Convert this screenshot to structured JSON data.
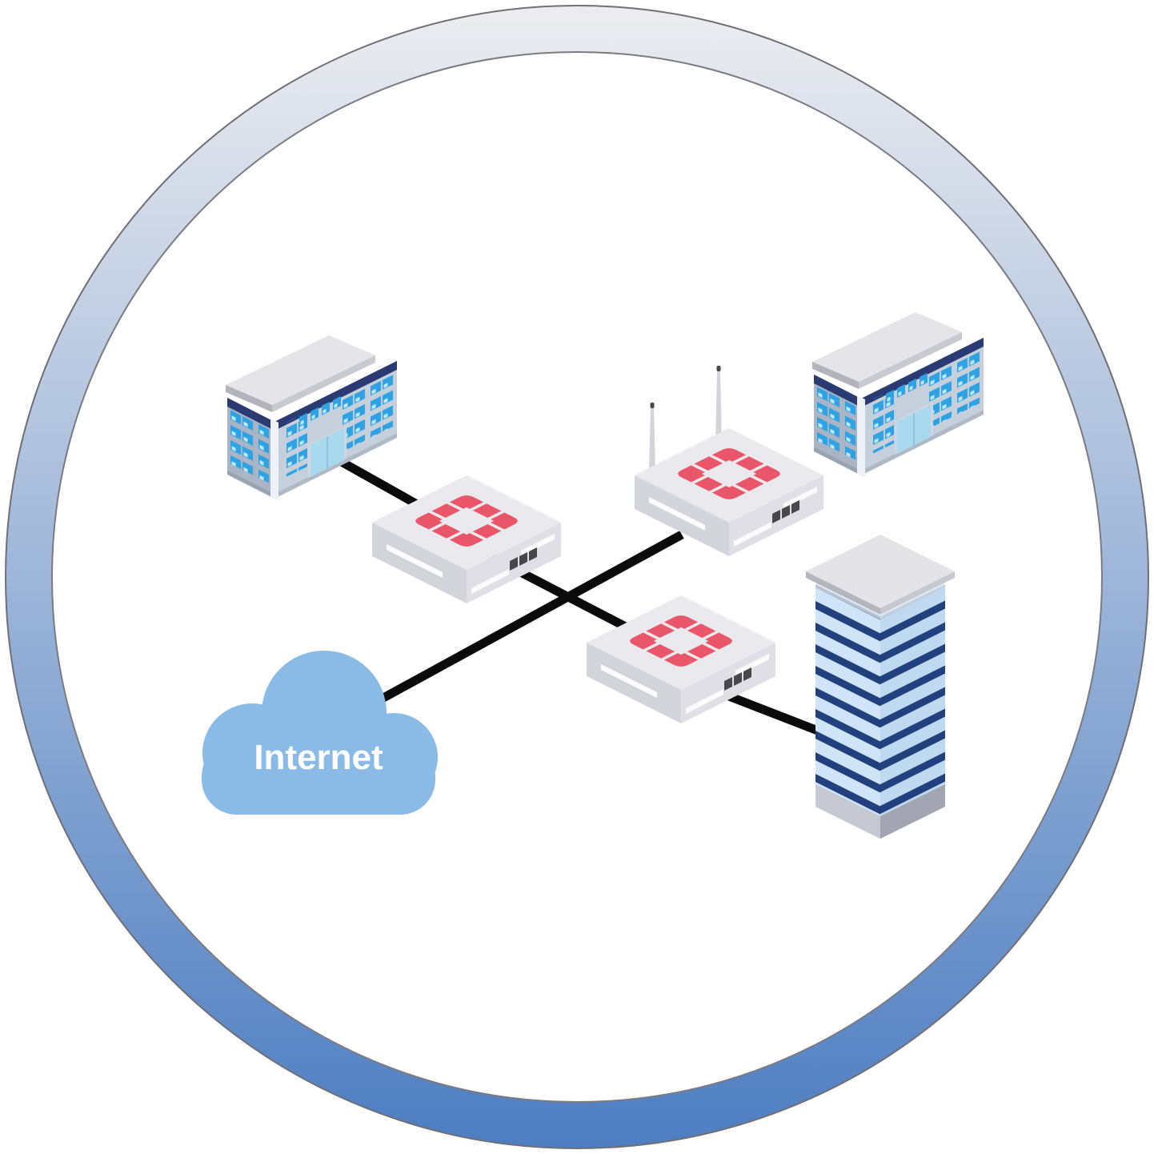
{
  "diagram": {
    "internet_label": "Internet",
    "nodes": [
      {
        "id": "office-building-left",
        "type": "office-building"
      },
      {
        "id": "office-building-right",
        "type": "office-building"
      },
      {
        "id": "highrise-building",
        "type": "highrise-building"
      },
      {
        "id": "firewall-left",
        "type": "fortinet-firewall-appliance"
      },
      {
        "id": "wireless-access-point",
        "type": "fortinet-wireless-appliance-with-antennas"
      },
      {
        "id": "firewall-bottom",
        "type": "fortinet-firewall-appliance"
      },
      {
        "id": "internet-cloud",
        "type": "cloud",
        "label": "Internet"
      }
    ],
    "connections": [
      {
        "from": "office-building-left",
        "to": "firewall-left"
      },
      {
        "from": "firewall-left",
        "to": "firewall-bottom"
      },
      {
        "from": "internet-cloud",
        "to": "wireless-access-point"
      },
      {
        "from": "firewall-bottom",
        "to": "highrise-building"
      }
    ]
  },
  "theme": {
    "ring_top": "#ededf0",
    "ring_bottom": "#4d7ec2",
    "ring_outline": "#6f6f75",
    "inner_circle": "#ffffff",
    "link_color": "#0b0b0b",
    "fortinet_red": "#e95669",
    "cloud_blue": "#8abae6",
    "window_blue": "#2fa2e4",
    "window_pane": "#bde9f9",
    "navy_band": "#2a3a72",
    "stripe_navy": "#21407e",
    "tower_face_light": "#d0e4f7",
    "tower_face_dark": "#bfd9f0",
    "device_top": "#e9e9ee"
  }
}
